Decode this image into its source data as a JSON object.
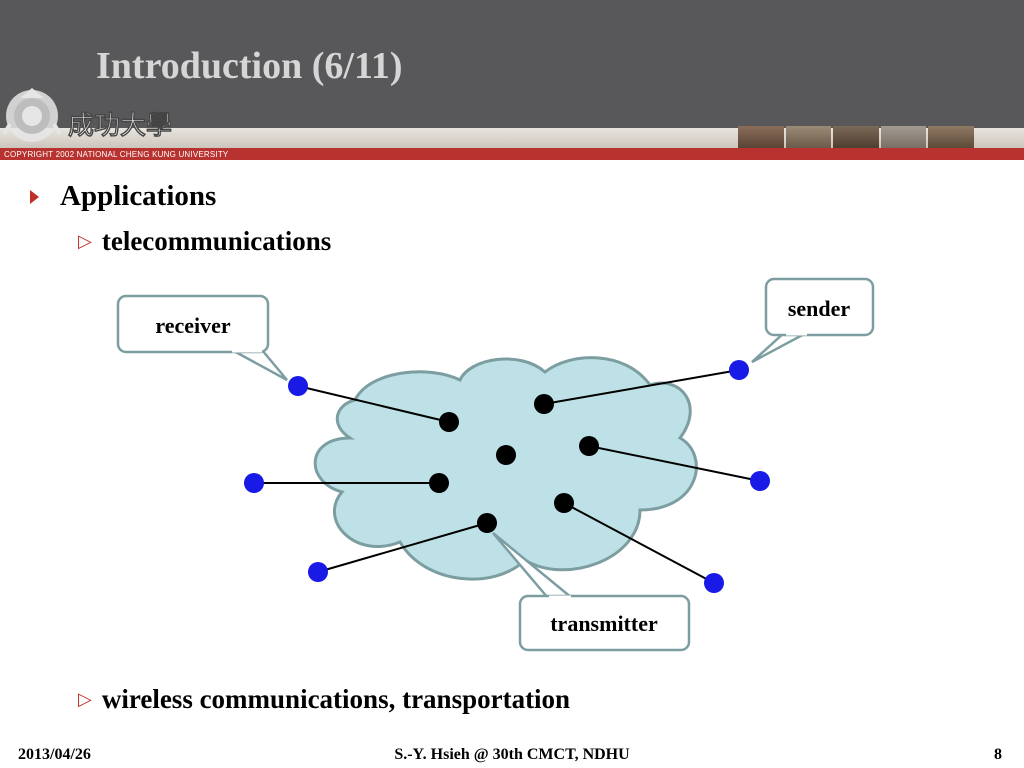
{
  "header": {
    "title": "Introduction (6/11)",
    "copyright": "COPYRIGHT 2002 NATIONAL CHENG KUNG UNIVERSITY"
  },
  "logo": {
    "text": "成功大學"
  },
  "content": {
    "bullet_main": "Applications",
    "sub_bullet_1": "telecommunications",
    "sub_bullet_2": "wireless communications, transportation"
  },
  "diagram": {
    "callouts": {
      "receiver": "receiver",
      "sender": "sender",
      "transmitter": "transmitter"
    },
    "colors": {
      "cloud_fill": "#bde1e6",
      "cloud_stroke": "#7c9ea1",
      "inner_node": "#000000",
      "outer_node": "#1a1ae6",
      "callout_stroke": "#7c9ea1"
    }
  },
  "footer": {
    "date": "2013/04/26",
    "center": "S.-Y. Hsieh @ 30th CMCT, NDHU",
    "page": "8"
  },
  "colors": {
    "header_bg": "#58585a",
    "accent_red": "#b8322f"
  }
}
